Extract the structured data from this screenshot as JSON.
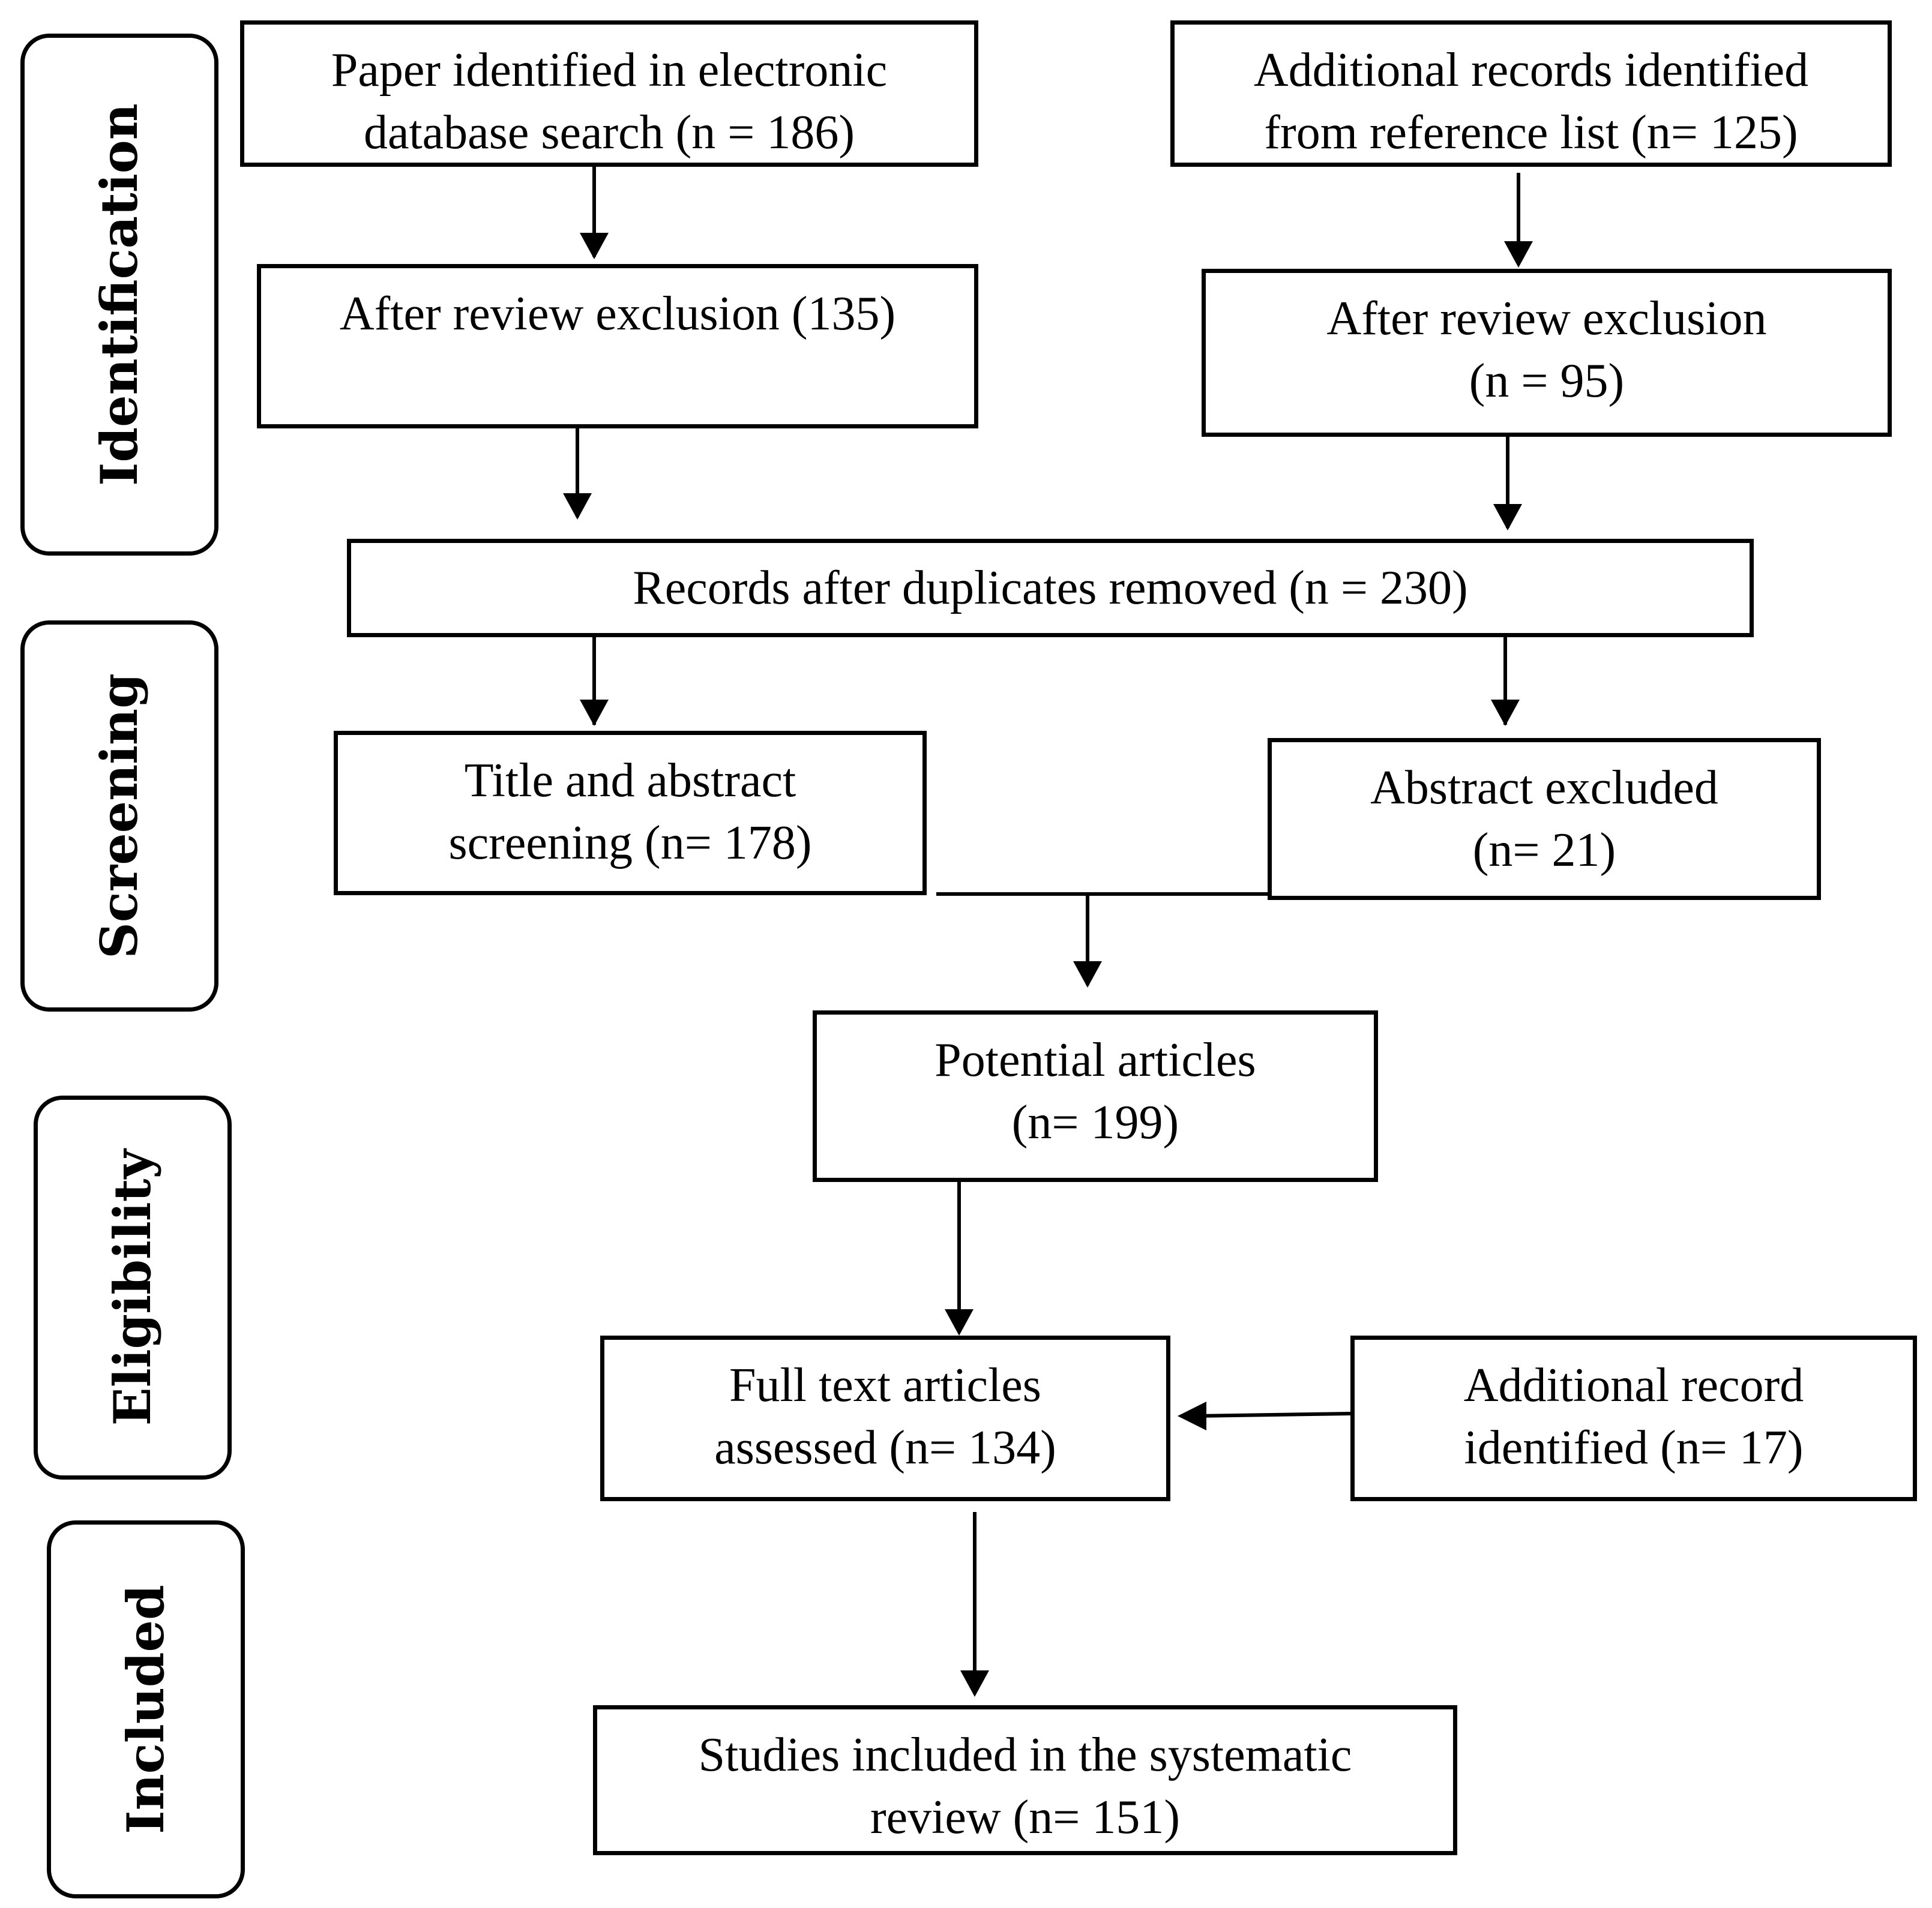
{
  "phases": {
    "identification": "Identification",
    "screening": "Screening",
    "eligibility": "Eligibility",
    "included": "Included"
  },
  "boxes": {
    "database_search": {
      "line1": "Paper identified  in  electronic",
      "line2": "database search (n = 186)"
    },
    "reference_list": {
      "line1": "Additional records identified",
      "line2": "from reference  list  (n= 125)"
    },
    "review_exclusion_left": {
      "line1": "After review  exclusion    (135)"
    },
    "review_exclusion_right": {
      "line1": "After review  exclusion",
      "line2": "(n = 95)"
    },
    "duplicates_removed": {
      "line1": "Records after  duplicates removed (n = 230)"
    },
    "title_abstract": {
      "line1": "Title  and abstract",
      "line2": "screening (n= 178)"
    },
    "abstract_excluded": {
      "line1": "Abstract excluded",
      "line2": "(n= 21)"
    },
    "potential_articles": {
      "line1": "Potential articles",
      "line2": "(n= 199)"
    },
    "full_text": {
      "line1": "Full text articles",
      "line2": "assessed (n= 134)"
    },
    "additional_record": {
      "line1": "Additional record",
      "line2": "identified  (n= 17)"
    },
    "studies_included": {
      "line1": "Studies included in the systematic",
      "line2": "review (n= 151)"
    }
  }
}
